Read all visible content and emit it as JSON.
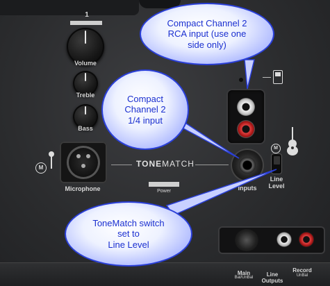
{
  "panel": {
    "channel_number": "1",
    "volume_label": "Volume",
    "treble_label": "Treble",
    "bass_label": "Bass",
    "microphone_label": "Microphone",
    "tonematch_logo_prefix": "TONE",
    "tonematch_logo_suffix": "MATCH",
    "power_label": "Power",
    "inputs_label": "Inputs",
    "line_level_label": "Line\nLevel",
    "main_label": "Main",
    "main_sub_label": "Bal/UnBal",
    "line_outputs_label": "Line\nOutputs",
    "record_label": "Record",
    "record_sub_label": "UnBal"
  },
  "callouts": {
    "rca_input": "Compact Channel 2\nRCA input (use one\nside only)",
    "quarter_inch_input": "Compact\nChannel 2\n1/4 input",
    "tonematch_switch": "ToneMatch switch\nset to\nLine Level"
  },
  "colors": {
    "callout_fill": "#eef2ff",
    "callout_border": "#2a3fd8",
    "callout_text": "#1a2fd0",
    "rca_red": "#c81e1e",
    "rca_white": "#e0e0e0",
    "panel": "#2b2c2e"
  }
}
